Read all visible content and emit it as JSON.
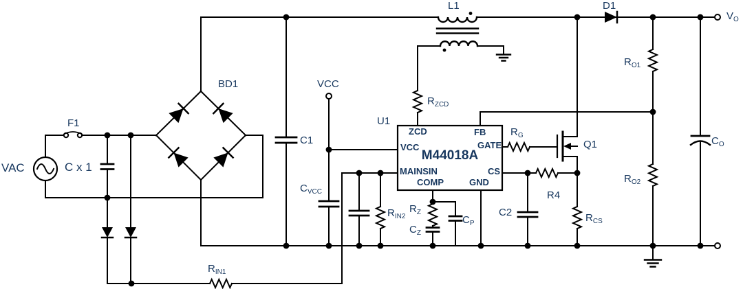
{
  "labels": {
    "vac": "VAC",
    "f1": "F1",
    "cx1": "C x 1",
    "bd1": "BD1",
    "c1": "C1",
    "vcc_rail": "VCC",
    "l1": "L1",
    "d1": "D1",
    "q1": "Q1",
    "r4": "R4",
    "c2": "C2",
    "cvcc": {
      "base": "C",
      "sub": "VCC"
    },
    "rzcd": {
      "base": "R",
      "sub": "ZCD"
    },
    "vo": {
      "base": "V",
      "sub": "O"
    },
    "ro1": {
      "base": "R",
      "sub": "O1"
    },
    "ro2": {
      "base": "R",
      "sub": "O2"
    },
    "co": {
      "base": "C",
      "sub": "O"
    },
    "rg": {
      "base": "R",
      "sub": "G"
    },
    "rcs": {
      "base": "R",
      "sub": "CS"
    },
    "rin1": {
      "base": "R",
      "sub": "IN1"
    },
    "rin2": {
      "base": "R",
      "sub": "IN2"
    },
    "rz": {
      "base": "R",
      "sub": "Z"
    },
    "cz": {
      "base": "C",
      "sub": "Z"
    },
    "cp": {
      "base": "C",
      "sub": "P"
    }
  },
  "ic": {
    "refdes": "U1",
    "part": "M44018A",
    "pins": {
      "zcd": "ZCD",
      "fb": "FB",
      "vcc": "VCC",
      "gate": "GATE",
      "mainsin": "MAINSIN",
      "cs": "CS",
      "comp": "COMP",
      "gnd": "GND"
    }
  },
  "colors": {
    "wire": "#000000",
    "text": "#17375e",
    "background": "#ffffff"
  }
}
